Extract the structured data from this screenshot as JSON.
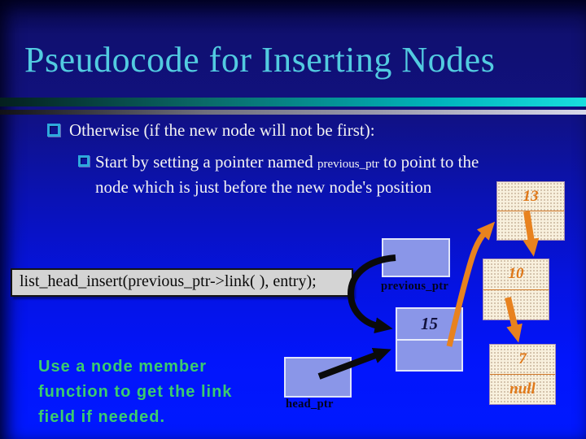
{
  "slide": {
    "title": "Pseudocode for Inserting Nodes",
    "bullets": {
      "level1": "Otherwise (if the new node will not be first):",
      "level2_line1_pre": "Start by setting a pointer named ",
      "level2_line1_code": "previous_ptr",
      "level2_line1_post": " to point to the",
      "level2_line2": "node which is just before the new node's position"
    },
    "code_box": "list_head_insert(previous_ptr->link( ), entry);",
    "note_lines": [
      "Use a node member",
      "function to get the link",
      "field if needed."
    ],
    "nodes": {
      "n13": {
        "value": "13",
        "link": ""
      },
      "n10": {
        "value": "10",
        "link": ""
      },
      "n7": {
        "value": "7",
        "link": "null"
      },
      "n15": {
        "value": "15",
        "link": ""
      }
    },
    "pointers": {
      "previous_ptr": "previous_ptr",
      "head_ptr": "head_ptr"
    },
    "colors": {
      "title_cyan": "#52cbe0",
      "body_text": "#f2f2f2",
      "bullet_square": "#2ea9dc",
      "note_green": "#3bcc6e",
      "node_beige": "#f8f0dd",
      "node_orange": "#e07818",
      "node_periwinkle": "#8a96e8",
      "arrow_orange": "#e8821e",
      "arrow_black": "#0a0a0a",
      "code_box_gray": "#d4d4d4"
    }
  }
}
